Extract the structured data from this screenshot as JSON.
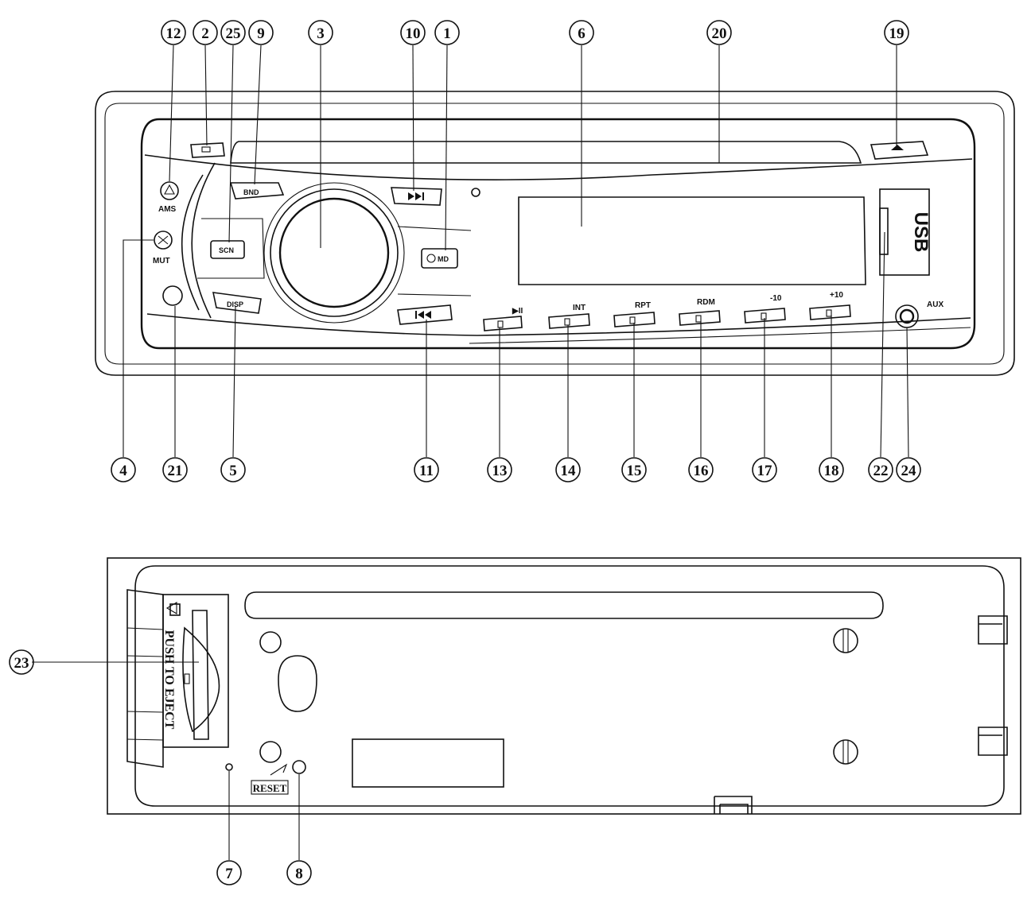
{
  "front_panel": {
    "button_labels": {
      "ams": "AMS",
      "mut": "MUT",
      "bnd": "BND",
      "scn": "SCN",
      "disp": "DISP",
      "mode": "MD",
      "play_pause": "▶II",
      "int": "INT",
      "rpt": "RPT",
      "rdm": "RDM",
      "minus10": "-10",
      "plus10": "+10",
      "aux": "AUX",
      "usb": "USB"
    },
    "callouts_top": [
      "12",
      "2",
      "25",
      "9",
      "3",
      "10",
      "1",
      "6",
      "20",
      "19"
    ],
    "callouts_bottom": [
      "4",
      "21",
      "5",
      "11",
      "13",
      "14",
      "15",
      "16",
      "17",
      "18",
      "22",
      "24"
    ]
  },
  "back_panel": {
    "push_to_eject": "PUSH TO EJECT",
    "reset": "RESET",
    "callouts": [
      "23",
      "7",
      "8"
    ]
  },
  "icons": {
    "eject": "eject-icon",
    "next": "next-track-icon",
    "prev": "prev-track-icon",
    "power": "power-icon"
  }
}
